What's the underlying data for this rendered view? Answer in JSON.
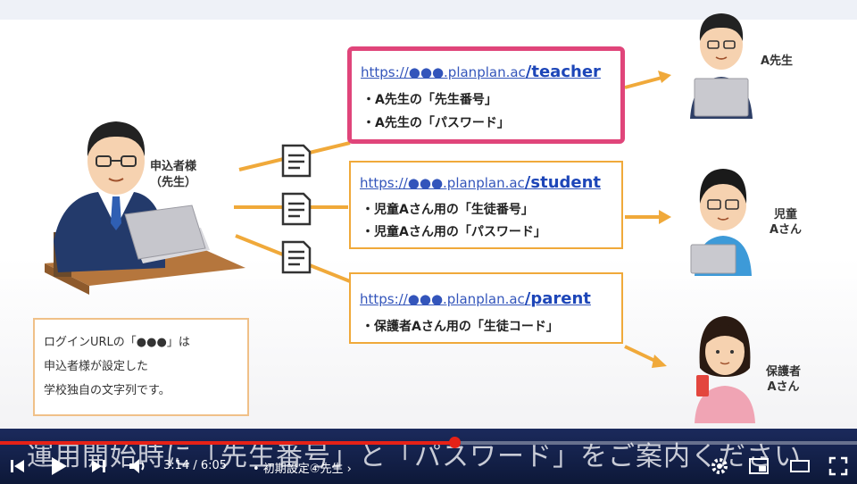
{
  "slide": {
    "applicant_label": [
      "申込者様",
      "（先生）"
    ],
    "boxes": [
      {
        "url_prefix": "https://●●●.planplan.ac",
        "url_path": "/teacher",
        "lines": [
          "・A先生の「先生番号」",
          "・A先生の「パスワード」"
        ]
      },
      {
        "url_prefix": "https://●●●.planplan.ac",
        "url_path": "/student",
        "lines": [
          "・児童Aさん用の「生徒番号」",
          "・児童Aさん用の「パスワード」"
        ]
      },
      {
        "url_prefix": "https://●●●.planplan.ac",
        "url_path": "/parent",
        "lines": [
          "・保護者Aさん用の「生徒コード」"
        ]
      }
    ],
    "people": [
      {
        "label": [
          "A先生"
        ]
      },
      {
        "label": [
          "児童",
          "Aさん"
        ]
      },
      {
        "label": [
          "保護者",
          "Aさん"
        ]
      }
    ],
    "note_lines": [
      "ログインURLの「●●●」は",
      "申込者様が設定した",
      "学校独自の文字列です。"
    ],
    "colors": {
      "accent": "#f0a93a",
      "highlight": "#e0457a",
      "url": "#1d46b8"
    }
  },
  "player": {
    "caption": "運用開始時に「先生番号」と「パスワード」をご案内ください",
    "time": "3:14 / 6:05",
    "chapter": "• 初期設定④先生",
    "progress": 0.53,
    "icons": [
      "skip-previous-icon",
      "play-icon",
      "skip-next-icon",
      "volume-icon",
      "settings-icon",
      "miniplayer-icon",
      "theater-icon",
      "fullscreen-icon"
    ]
  }
}
